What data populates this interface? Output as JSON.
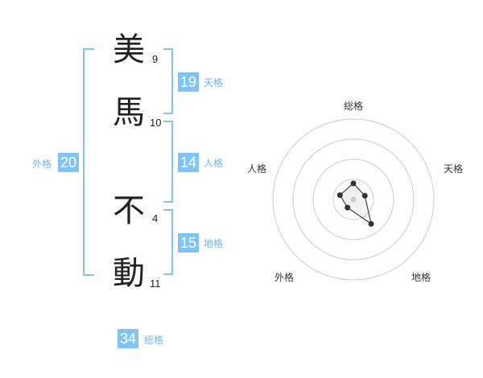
{
  "name": {
    "chars": [
      {
        "char": "美",
        "strokes": "9"
      },
      {
        "char": "馬",
        "strokes": "10"
      },
      {
        "char": "不",
        "strokes": "4"
      },
      {
        "char": "動",
        "strokes": "11"
      }
    ]
  },
  "fortune": {
    "tenkaku": {
      "value": "19",
      "label": "天格"
    },
    "jinkaku": {
      "value": "14",
      "label": "人格"
    },
    "chikaku": {
      "value": "15",
      "label": "地格"
    },
    "gaikaku": {
      "value": "20",
      "label": "外格"
    },
    "soukaku": {
      "value": "34",
      "label": "総格"
    }
  },
  "radar": {
    "axes": [
      "総格",
      "天格",
      "地格",
      "外格",
      "人格"
    ],
    "rings": 4,
    "values": [
      0.8,
      0.6,
      1.5,
      0.5,
      0.7
    ],
    "max": 4
  },
  "colors": {
    "accent": "#7fc4f4",
    "label": "#6ab8ee"
  }
}
